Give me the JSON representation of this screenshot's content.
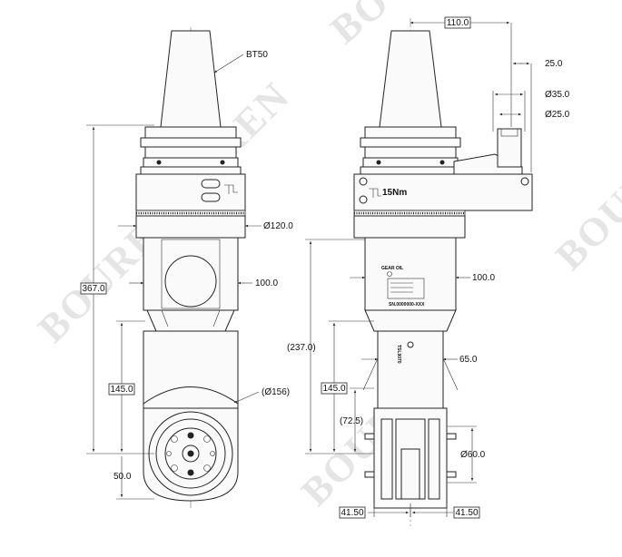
{
  "watermark": "BOUREN",
  "left_view": {
    "label_bt50": "BT50",
    "dim_overall": "367.0",
    "dim_dia120": "Ø120.0",
    "dim_100": "100.0",
    "dim_145": "145.0",
    "dim_dia156": "(Ø156)",
    "dim_50": "50.0"
  },
  "right_view": {
    "dim_110": "110.0",
    "dim_25": "25.0",
    "dim_dia35": "Ø35.0",
    "dim_dia25": "Ø25.0",
    "torque_label": "15Nm",
    "plate_label": "GEAR OIL",
    "serial_label": "SN.0000000-XXX",
    "dim_100": "100.0",
    "dim_237": "(237.0)",
    "dim_65": "65.0",
    "dim_145": "145.0",
    "dim_72": "(72.5)",
    "dim_dia60": "Ø60.0",
    "dim_41_left": "41.50",
    "dim_41_right": "41.50",
    "vertical_text": "TSL9070"
  }
}
